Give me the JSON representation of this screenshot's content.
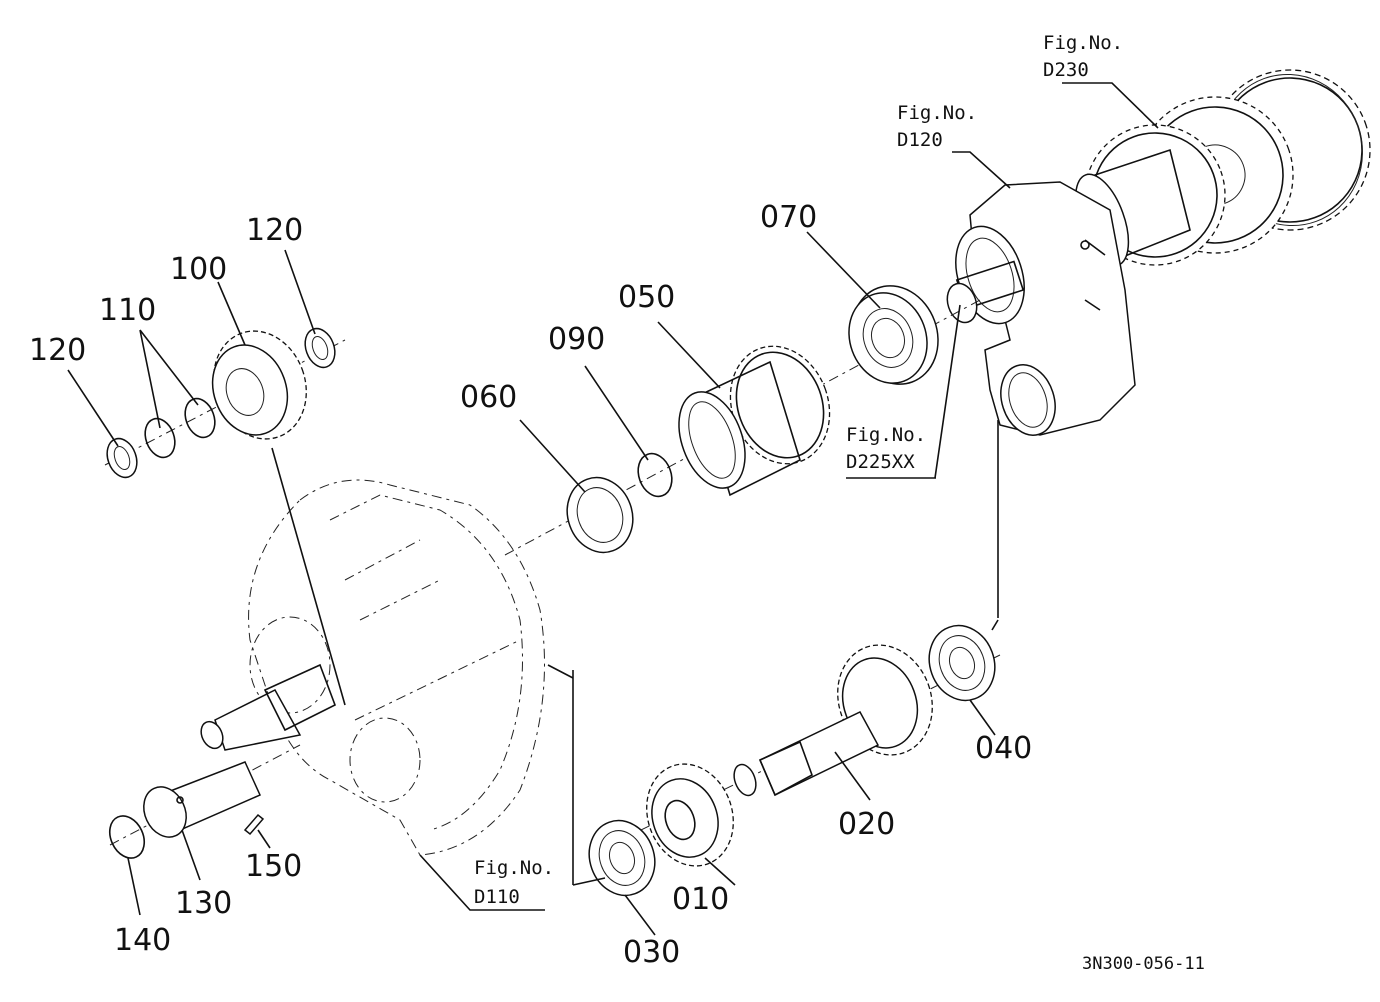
{
  "diagram": {
    "document_code": "3N300-056-11",
    "part_numbers": [
      "010",
      "020",
      "030",
      "040",
      "050",
      "060",
      "070",
      "090",
      "100",
      "110",
      "120",
      "120",
      "130",
      "140",
      "150"
    ],
    "figure_refs": [
      {
        "line1": "Fig.No.",
        "line2": "D230"
      },
      {
        "line1": "Fig.No.",
        "line2": "D120"
      },
      {
        "line1": "Fig.No.",
        "line2": "D225XX"
      },
      {
        "line1": "Fig.No.",
        "line2": "D110"
      }
    ]
  }
}
